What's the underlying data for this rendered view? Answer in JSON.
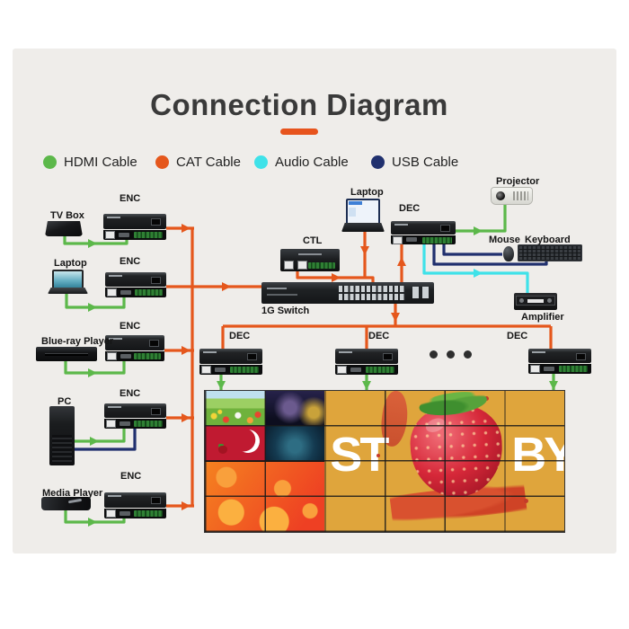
{
  "title": "Connection Diagram",
  "legend": [
    {
      "label": "HDMI Cable",
      "color": "#5cb84a",
      "type": "hdmi"
    },
    {
      "label": "CAT Cable",
      "color": "#e5571c",
      "type": "cat"
    },
    {
      "label": "Audio Cable",
      "color": "#3fe2e9",
      "type": "audio"
    },
    {
      "label": "USB Cable",
      "color": "#20306e",
      "type": "usb"
    }
  ],
  "cable_colors": {
    "hdmi": "#5cb84a",
    "cat": "#e5571c",
    "audio": "#3fe2e9",
    "usb": "#20306e"
  },
  "labels": {
    "tv_box": "TV Box",
    "laptop_source": "Laptop",
    "bluray": "Blue-ray Player",
    "pc": "PC",
    "media_player": "Media Player",
    "enc": "ENC",
    "dec": "DEC",
    "ctl": "CTL",
    "switch": "1G Switch",
    "laptop_control": "Laptop",
    "projector": "Projector",
    "mouse": "Mouse",
    "keyboard": "Keyboard",
    "amplifier": "Amplifier"
  },
  "video_wall": {
    "rows": 4,
    "cols": 6,
    "poster_text_left": "ST",
    "poster_text_right": "BY"
  },
  "connections": [
    {
      "from": "enc-1",
      "to": "enc-trunk",
      "cable": "cat"
    },
    {
      "from": "enc-2",
      "to": "1g-switch",
      "cable": "cat"
    },
    {
      "from": "enc-3",
      "to": "enc-trunk",
      "cable": "cat"
    },
    {
      "from": "enc-4",
      "to": "enc-trunk",
      "cable": "cat"
    },
    {
      "from": "enc-5",
      "to": "enc-trunk",
      "cable": "cat"
    },
    {
      "from": "enc-trunk",
      "to": "1g-switch",
      "cable": "cat"
    },
    {
      "from": "laptop-control",
      "to": "1g-switch",
      "cable": "cat"
    },
    {
      "from": "ctl",
      "to": "1g-switch",
      "cable": "cat"
    },
    {
      "from": "1g-switch",
      "to": "dec-main",
      "cable": "cat"
    },
    {
      "from": "1g-switch",
      "to": "dec-trunk",
      "cable": "cat"
    },
    {
      "from": "dec-trunk",
      "to": "dec-row",
      "cable": "cat"
    },
    {
      "from": "dec-trunk",
      "to": "dec-1",
      "cable": "cat"
    },
    {
      "from": "dec-trunk",
      "to": "dec-2",
      "cable": "cat"
    },
    {
      "from": "dec-trunk",
      "to": "dec-3",
      "cable": "cat"
    },
    {
      "from": "tv-box",
      "to": "enc-1",
      "cable": "hdmi"
    },
    {
      "from": "laptop-source",
      "to": "enc-2",
      "cable": "hdmi"
    },
    {
      "from": "bluray-player",
      "to": "enc-3",
      "cable": "hdmi"
    },
    {
      "from": "pc",
      "to": "enc-4",
      "cable": "hdmi"
    },
    {
      "from": "media-player",
      "to": "enc-5",
      "cable": "hdmi"
    },
    {
      "from": "dec-main",
      "to": "projector",
      "cable": "hdmi"
    },
    {
      "from": "dec-1",
      "to": "video-wall",
      "cable": "hdmi"
    },
    {
      "from": "dec-2",
      "to": "video-wall",
      "cable": "hdmi"
    },
    {
      "from": "dec-3",
      "to": "video-wall",
      "cable": "hdmi"
    },
    {
      "from": "pc",
      "to": "enc-4",
      "cable": "usb"
    },
    {
      "from": "dec-main",
      "to": "mouse",
      "cable": "usb"
    },
    {
      "from": "dec-main",
      "to": "keyboard",
      "cable": "usb"
    },
    {
      "from": "dec-main",
      "to": "amplifier",
      "cable": "audio"
    }
  ]
}
